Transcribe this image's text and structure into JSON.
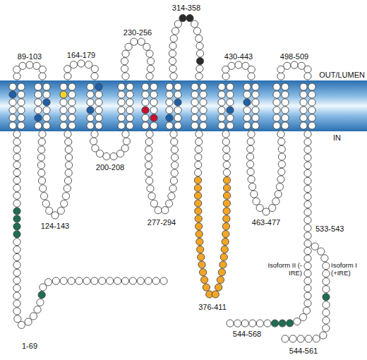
{
  "diagram": {
    "labels": [
      "OUT/LUMEN",
      "IN",
      "89-103",
      "164-179",
      "230-256",
      "314-358",
      "430-443",
      "498-509",
      "124-143",
      "200-208",
      "277-294",
      "376-411",
      "463-477",
      "533-543",
      "Isoform II (-IRE)",
      "Isoform I (+IRE)",
      "544-568",
      "544-561",
      "1-69"
    ]
  }
}
